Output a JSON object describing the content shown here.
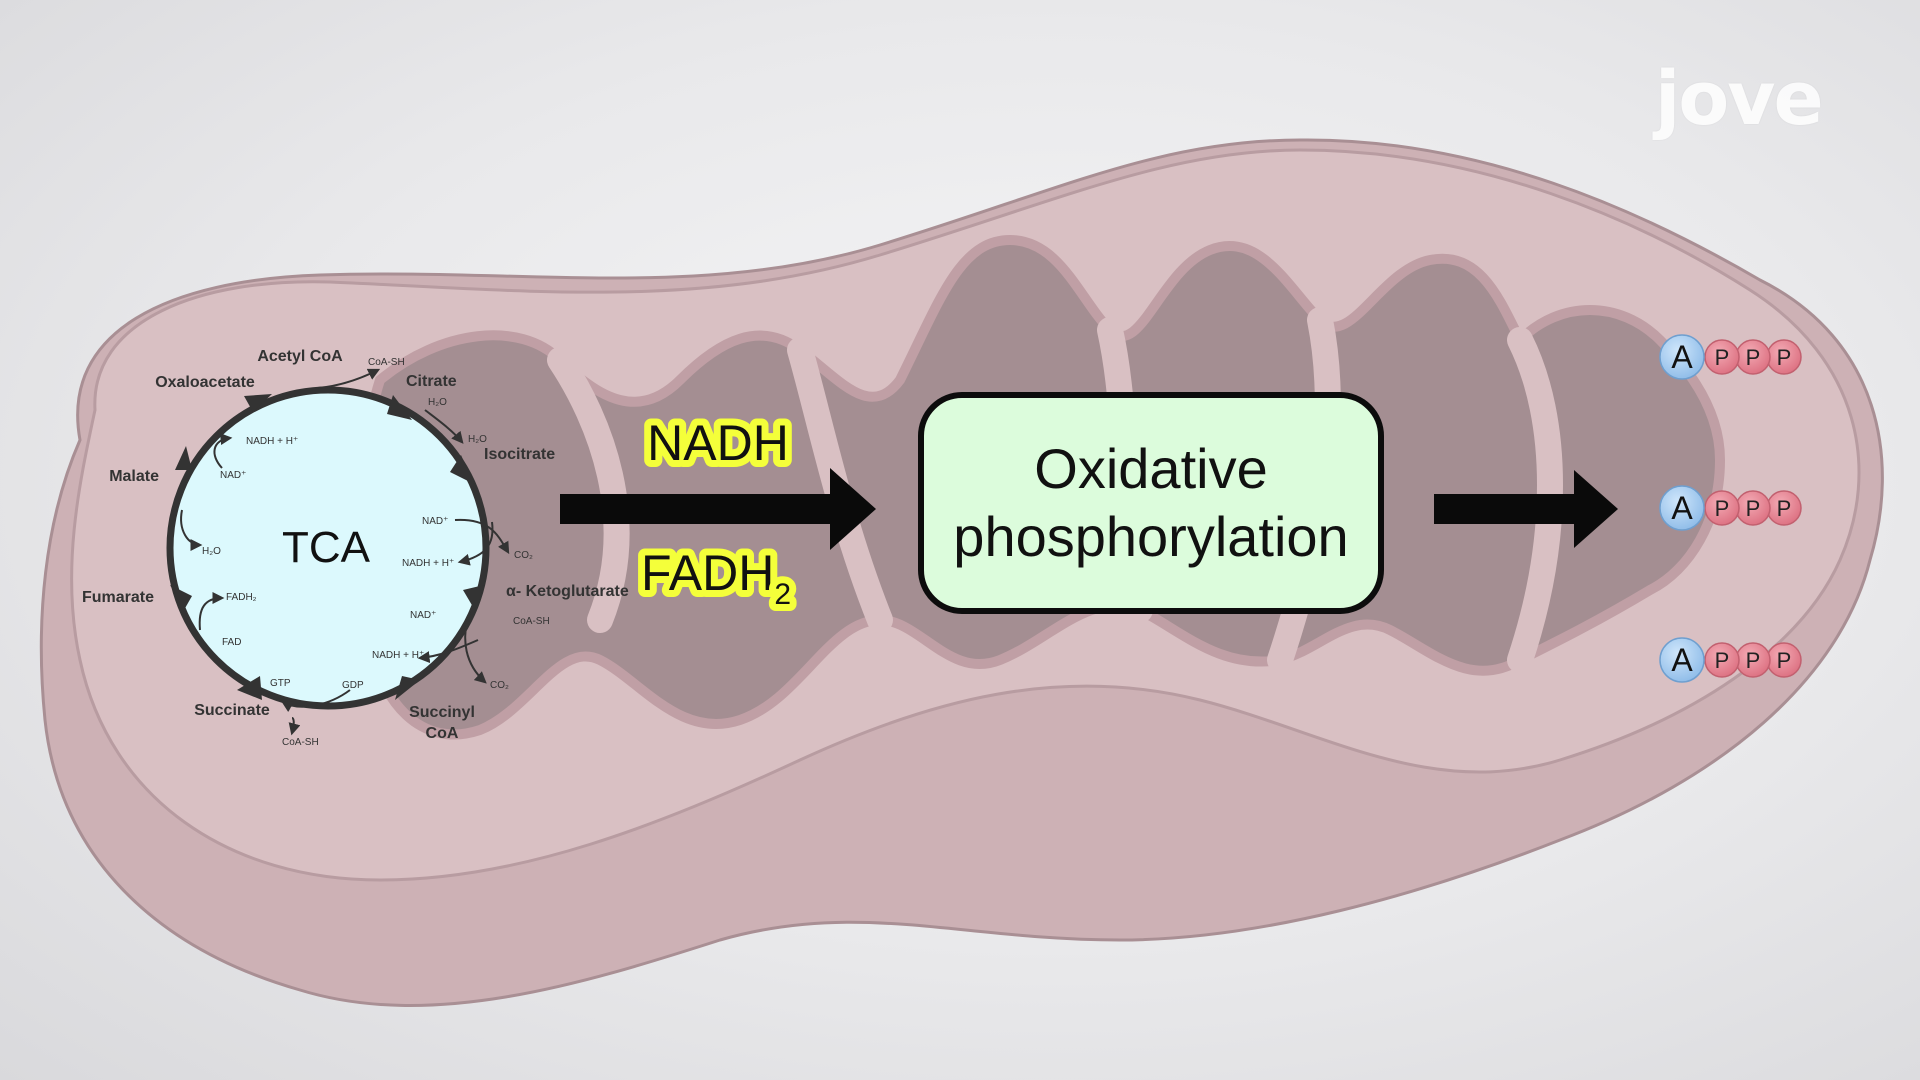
{
  "brand": {
    "logo_text": "jove"
  },
  "tca": {
    "center_label": "TCA",
    "metabolites": {
      "acetyl_coa": "Acetyl CoA",
      "citrate": "Citrate",
      "isocitrate": "Isocitrate",
      "alpha_ketoglutarate": "α- Ketoglutarate",
      "succinyl_coa_1": "Succinyl",
      "succinyl_coa_2": "CoA",
      "succinate": "Succinate",
      "fumarate": "Fumarate",
      "malate": "Malate",
      "oxaloacetate": "Oxaloacetate"
    },
    "cofactors": {
      "coa_sh_top": "CoA-SH",
      "h2o_citrate": "H₂O",
      "h2o_isocitrate": "H₂O",
      "nad_1": "NAD⁺",
      "nadh_1": "NADH + H⁺",
      "co2_1": "CO₂",
      "nad_2": "NAD⁺",
      "coa_sh_2": "CoA-SH",
      "nadh_2": "NADH + H⁺",
      "co2_2": "CO₂",
      "gdp": "GDP",
      "gtp": "GTP",
      "coa_sh_3": "CoA-SH",
      "fad": "FAD",
      "fadh2": "FADH₂",
      "h2o_fumarate": "H₂O",
      "nad_3": "NAD⁺",
      "nadh_3": "NADH + H⁺"
    }
  },
  "carriers": {
    "nadh": "NADH",
    "fadh_base": "FADH",
    "fadh_sub": "2"
  },
  "process": {
    "line1": "Oxidative",
    "line2": "phosphorylation"
  },
  "atp": {
    "adenosine": "A",
    "phosphate": "P",
    "count": 3
  },
  "colors": {
    "membrane_outer": "#d3b9bd",
    "membrane_top": "#d9c0c3",
    "matrix": "#a58f93",
    "cycle_fill": "#dcf9fd",
    "highlight": "#f4ff3a",
    "process_box": "#dcfcdc",
    "adenosine": "#9ec8ef",
    "phosphate": "#e07d8c"
  }
}
